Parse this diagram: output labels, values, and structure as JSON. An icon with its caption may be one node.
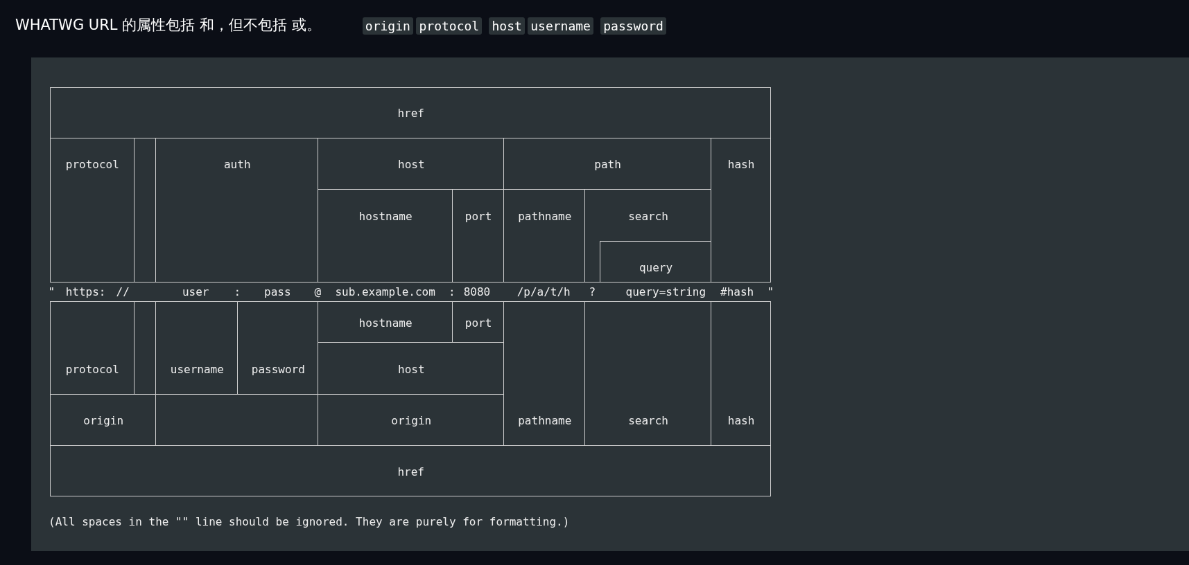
{
  "diagram": {
    "title": "WHATWG URL 的属性包括 和，但不包括 或。",
    "nodes": [
      {
        "text": [
          "href"
        ]
      },
      {
        "text": [
          "protocol"
        ]
      },
      {
        "text": [],
        "shape": "box"
      },
      {
        "text": [
          "auth"
        ]
      },
      {
        "text": [
          "host"
        ]
      },
      {
        "text": [
          "path"
        ]
      },
      {
        "text": [
          "hash"
        ]
      },
      {
        "text": [
          "hostname"
        ],
        "in": 4
      },
      {
        "text": [
          "port"
        ],
        "in": 4
      },
      {
        "text": [
          "pathname"
        ],
        "in": 5
      },
      {
        "text": [
          "search"
        ],
        "in": 5
      },
      {
        "text": [
          "query"
        ],
        "in": 10
      },
      {
        "text": [
          "protocol"
        ]
      },
      {
        "text": [],
        "shape": "box"
      },
      {
        "text": [
          "username"
        ]
      },
      {
        "text": [
          "password"
        ]
      },
      {
        "text": [
          "host"
        ]
      },
      {
        "text": [
          "hostname"
        ],
        "in": 16
      },
      {
        "text": [
          "port"
        ],
        "in": 16
      },
      {
        "text": [
          "pathname"
        ]
      },
      {
        "text": [
          "search"
        ]
      },
      {
        "text": [
          "hash"
        ]
      },
      {
        "text": [
          "origin"
        ]
      },
      {
        "text": [
          "origin"
        ]
      },
      {
        "text": [
          "href"
        ]
      }
    ],
    "labels": [
      "origin",
      "protocol",
      "host",
      "username",
      "password",
      "\"",
      "https:",
      "//",
      "user",
      ":",
      "pass",
      "@",
      "sub.example.com",
      ":",
      "8080",
      "/p/a/t/h",
      "?",
      "query=string",
      "#hash",
      "\"",
      "(All spaces in the \"\" line should be ignored. They are purely for formatting.)"
    ]
  }
}
